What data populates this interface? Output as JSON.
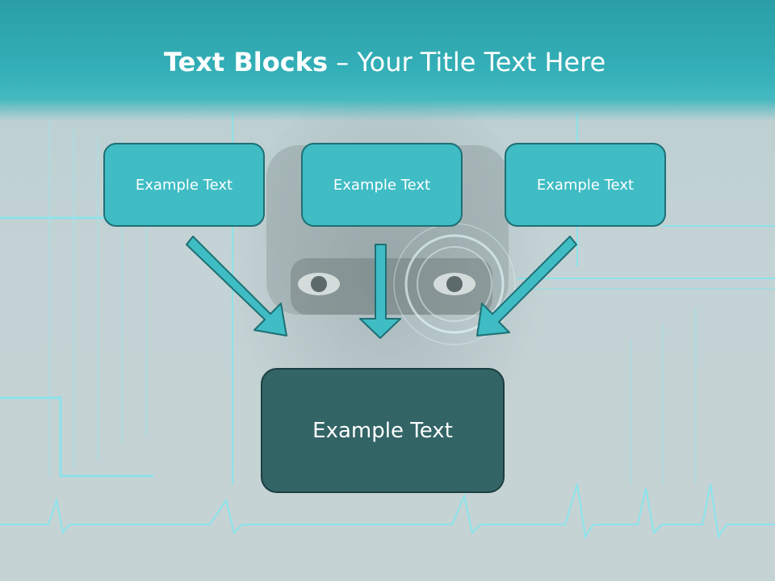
{
  "slide": {
    "title_bold": "Text Blocks",
    "title_dash": " – ",
    "title_rest": "Your Title Text Here"
  },
  "blocks": [
    {
      "label": "Example Text"
    },
    {
      "label": "Example Text"
    },
    {
      "label": "Example Text"
    }
  ],
  "target_block": {
    "label": "Example Text"
  },
  "colors": {
    "header": "#34b0b8",
    "block_fill": "#3fbcc4",
    "block_border": "#1e6f74",
    "target_fill": "#336466",
    "arrow_fill": "#3fbcc4"
  }
}
